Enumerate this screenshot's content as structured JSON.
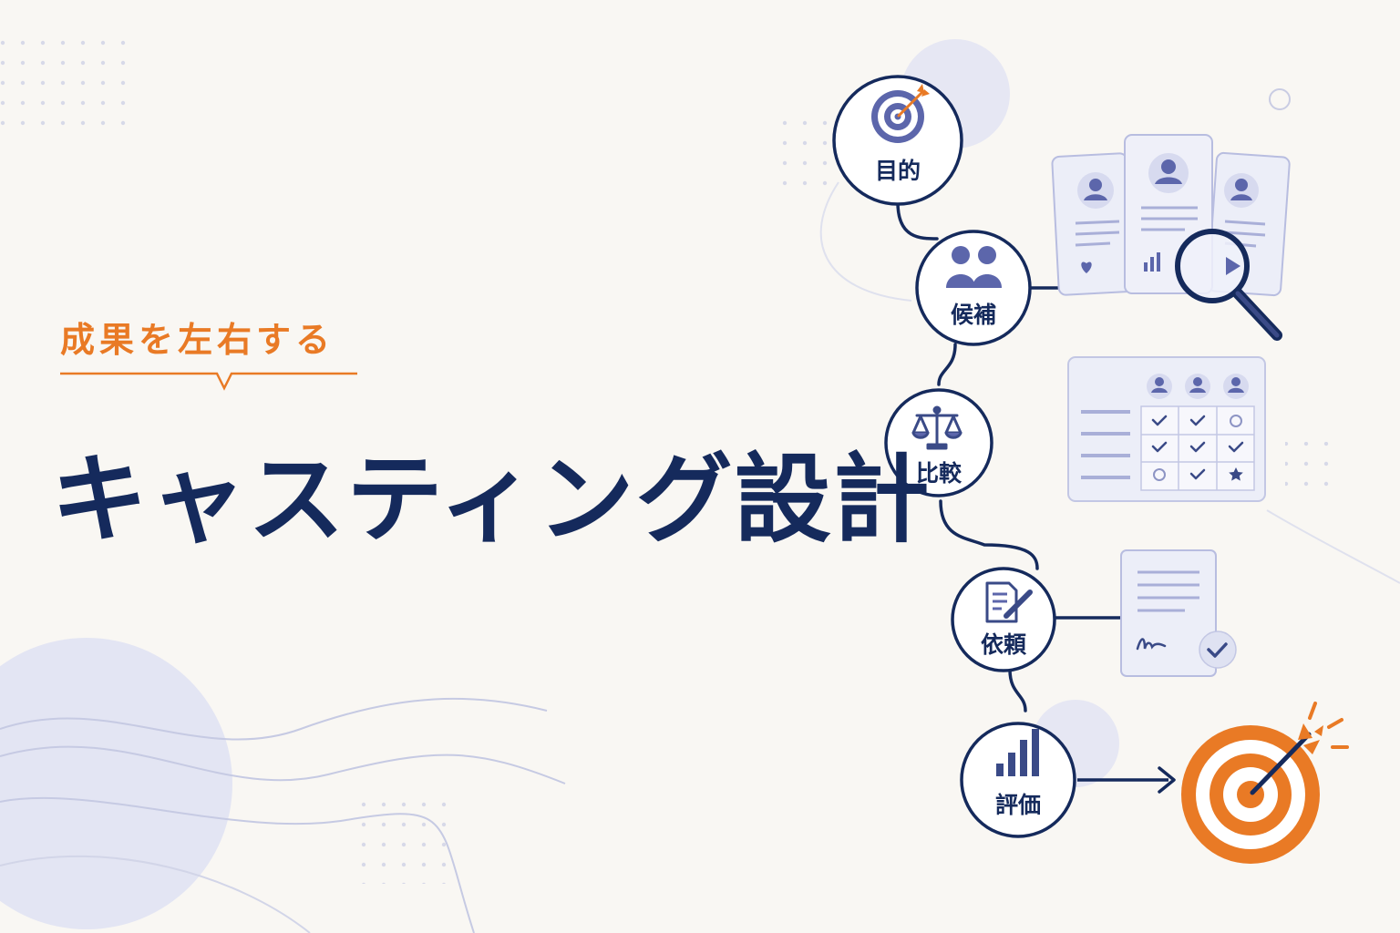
{
  "header": {
    "subtitle": "成果を左右する",
    "title": "キャスティング設計"
  },
  "steps": [
    {
      "label": "目的",
      "icon": "target-icon"
    },
    {
      "label": "候補",
      "icon": "people-icon"
    },
    {
      "label": "比較",
      "icon": "scale-icon"
    },
    {
      "label": "依頼",
      "icon": "document-pen-icon"
    },
    {
      "label": "評価",
      "icon": "bar-chart-icon"
    }
  ],
  "colors": {
    "navy": "#152a5c",
    "orange": "#e97a25",
    "indigo": "#5c66ab",
    "lavender": "#e3e5f3",
    "background": "#f9f7f3"
  }
}
